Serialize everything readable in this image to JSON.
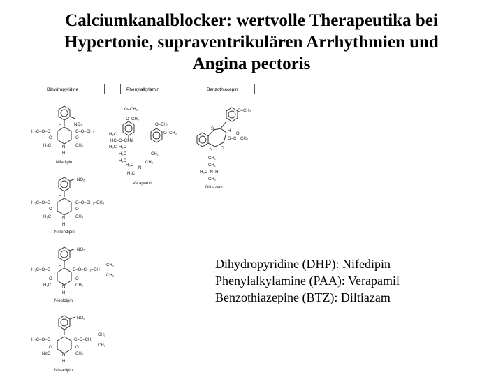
{
  "title": {
    "line1": "Calciumkanalblocker: wertvolle Therapeutika bei",
    "line2": "Hypertonie, supraventrikulären Arrhythmien und",
    "line3": "Angina pectoris"
  },
  "class_labels": [
    "Dihydropyridine",
    "Phenylalkylamin",
    "Benzothiacepin"
  ],
  "molecules": [
    {
      "name": "Nifedipin",
      "atoms": {
        "ring_sub": "NO₂",
        "left_ester": "H₃C–O–C",
        "right_ester": "C–O–CH₃",
        "o_left": "O",
        "o_right": "O",
        "h": "H",
        "me_left": "H₃C",
        "n": "N",
        "me_right": "CH₃",
        "nh": "H"
      }
    },
    {
      "name": "Nitrendipin",
      "atoms": {
        "ring_sub": "NO₂",
        "left_ester": "H₃C–O–C",
        "right_ester": "C–O–CH₂–CH₃",
        "o_left": "O",
        "o_right": "O",
        "h": "H",
        "me_left": "H₃C",
        "n": "N",
        "me_right": "CH₃",
        "nh": "H"
      }
    },
    {
      "name": "Nisoldipin",
      "atoms": {
        "ring_sub": "NO₂",
        "left_ester": "H₃C–O–C",
        "right_ester": "C–O–CH₂–CH",
        "o_left": "O",
        "o_right": "O",
        "h": "H",
        "me_left": "H₃C",
        "n": "N",
        "me_right": "CH₃",
        "nh": "H",
        "ch3_a": "CH₃",
        "ch3_b": "CH₃"
      }
    },
    {
      "name": "Nilvadipin",
      "atoms": {
        "ring_sub": "NO₂",
        "left_ester": "H₃C–O–C",
        "right_ester": "C–O–CH",
        "o_left": "O",
        "o_right": "O",
        "h": "H",
        "me_left": "N≡C",
        "n": "N",
        "me_right": "CH₃",
        "nh": "H",
        "ch3_a": "CH₃",
        "ch3_b": "CH₃"
      }
    }
  ],
  "verapamil": {
    "name": "Verapamil",
    "atoms": {
      "ome1": "O–CH₃",
      "ome2": "O–CH₃",
      "ome3": "O–CH₃",
      "ome4": "O–CH₃",
      "h3c_a": "H₃C",
      "hc": "HC–C–C≡N",
      "h3c_b": "H₃C",
      "h2c1": "H₂C",
      "h2c2": "H₂C",
      "h2c3": "H₂C",
      "ch2": "CH₂",
      "h3c_c": "H₃C",
      "n": "N",
      "ch3": "CH₃",
      "h3c_d": "H₃C"
    }
  },
  "diltiazem": {
    "name": "Diltiazem",
    "atoms": {
      "ome": "O–CH₃",
      "s": "S",
      "h": "H",
      "o1": "O–C",
      "ch3": "CH₃",
      "n": "N",
      "o2": "O",
      "ch2a": "CH₂",
      "ch2b": "CH₂",
      "h3c": "H₃C–N–H",
      "ch3b": "CH₃",
      "ochain": "O"
    }
  },
  "descriptions": [
    "Dihydropyridine (DHP): Nifedipin",
    "Phenylalkylamine (PAA): Verapamil",
    "Benzothiazepine (BTZ): Diltiazam"
  ]
}
